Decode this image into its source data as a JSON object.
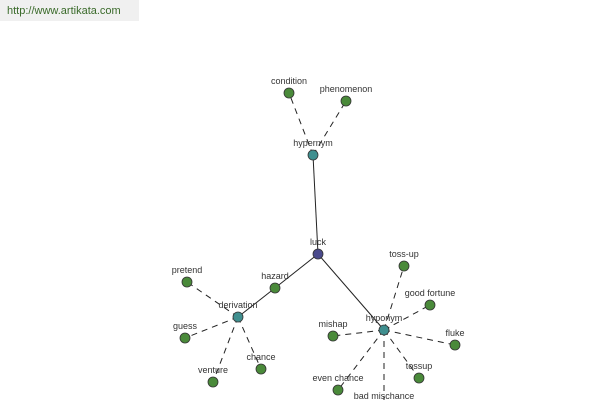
{
  "header": {
    "url": "http://www.artikata.com"
  },
  "colors": {
    "root": "#4a4a8c",
    "relation": "#3f8f8f",
    "leaf": "#4a8a3a",
    "stroke": "#222222"
  },
  "graph": {
    "root": "luck",
    "nodes": [
      {
        "id": "luck",
        "label": "luck",
        "kind": "root"
      },
      {
        "id": "hypernym",
        "label": "hypernym",
        "kind": "relation"
      },
      {
        "id": "derivation",
        "label": "derivation",
        "kind": "relation"
      },
      {
        "id": "hyponym",
        "label": "hyponym",
        "kind": "relation"
      },
      {
        "id": "condition",
        "label": "condition",
        "kind": "leaf"
      },
      {
        "id": "phenomenon",
        "label": "phenomenon",
        "kind": "leaf"
      },
      {
        "id": "hazard",
        "label": "hazard",
        "kind": "leaf"
      },
      {
        "id": "pretend",
        "label": "pretend",
        "kind": "leaf"
      },
      {
        "id": "guess",
        "label": "guess",
        "kind": "leaf"
      },
      {
        "id": "venture",
        "label": "venture",
        "kind": "leaf"
      },
      {
        "id": "chance",
        "label": "chance",
        "kind": "leaf"
      },
      {
        "id": "toss-up",
        "label": "toss-up",
        "kind": "leaf"
      },
      {
        "id": "good-fortune",
        "label": "good fortune",
        "kind": "leaf"
      },
      {
        "id": "mishap",
        "label": "mishap",
        "kind": "leaf"
      },
      {
        "id": "fluke",
        "label": "fluke",
        "kind": "leaf"
      },
      {
        "id": "tossup",
        "label": "tossup",
        "kind": "leaf"
      },
      {
        "id": "even-chance",
        "label": "even chance",
        "kind": "leaf"
      },
      {
        "id": "bad-mischance",
        "label": "bad mischance",
        "kind": "leaf"
      }
    ],
    "edges": [
      {
        "from": "luck",
        "to": "hypernym",
        "style": "solid"
      },
      {
        "from": "luck",
        "to": "hazard",
        "style": "solid"
      },
      {
        "from": "hazard",
        "to": "derivation",
        "style": "solid"
      },
      {
        "from": "luck",
        "to": "hyponym",
        "style": "solid"
      },
      {
        "from": "hypernym",
        "to": "condition",
        "style": "dashed"
      },
      {
        "from": "hypernym",
        "to": "phenomenon",
        "style": "dashed"
      },
      {
        "from": "derivation",
        "to": "pretend",
        "style": "dashed"
      },
      {
        "from": "derivation",
        "to": "guess",
        "style": "dashed"
      },
      {
        "from": "derivation",
        "to": "venture",
        "style": "dashed"
      },
      {
        "from": "derivation",
        "to": "chance",
        "style": "dashed"
      },
      {
        "from": "hyponym",
        "to": "toss-up",
        "style": "dashed"
      },
      {
        "from": "hyponym",
        "to": "good-fortune",
        "style": "dashed"
      },
      {
        "from": "hyponym",
        "to": "mishap",
        "style": "dashed"
      },
      {
        "from": "hyponym",
        "to": "fluke",
        "style": "dashed"
      },
      {
        "from": "hyponym",
        "to": "tossup",
        "style": "dashed"
      },
      {
        "from": "hyponym",
        "to": "even-chance",
        "style": "dashed"
      },
      {
        "from": "hyponym",
        "to": "bad-mischance",
        "style": "dashed"
      }
    ]
  }
}
